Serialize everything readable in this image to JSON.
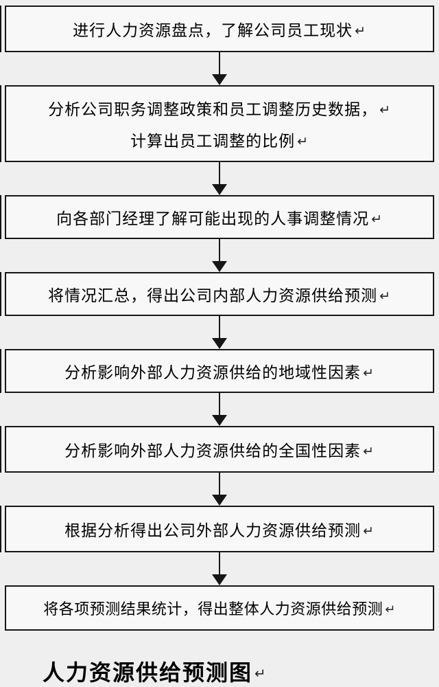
{
  "theme": {
    "bg": "#efefef",
    "fill": "#f8f8f8",
    "line": "#161616",
    "text": "#000000"
  },
  "flowchart": {
    "title": "人力资源供给预测图",
    "return_mark": "↵",
    "steps": [
      {
        "lines": [
          "进行人力资源盘点，了解公司员工现状"
        ]
      },
      {
        "lines": [
          "分析公司职务调整政策和员工调整历史数据，",
          "计算出员工调整的比例"
        ]
      },
      {
        "lines": [
          "向各部门经理了解可能出现的人事调整情况"
        ]
      },
      {
        "lines": [
          "将情况汇总，得出公司内部人力资源供给预测"
        ]
      },
      {
        "lines": [
          "分析影响外部人力资源供给的地域性因素"
        ]
      },
      {
        "lines": [
          "分析影响外部人力资源供给的全国性因素"
        ]
      },
      {
        "lines": [
          "根据分析得出公司外部人力资源供给预测"
        ]
      },
      {
        "lines": [
          "将各项预测结果统计，得出整体人力资源供给预测"
        ]
      }
    ]
  }
}
